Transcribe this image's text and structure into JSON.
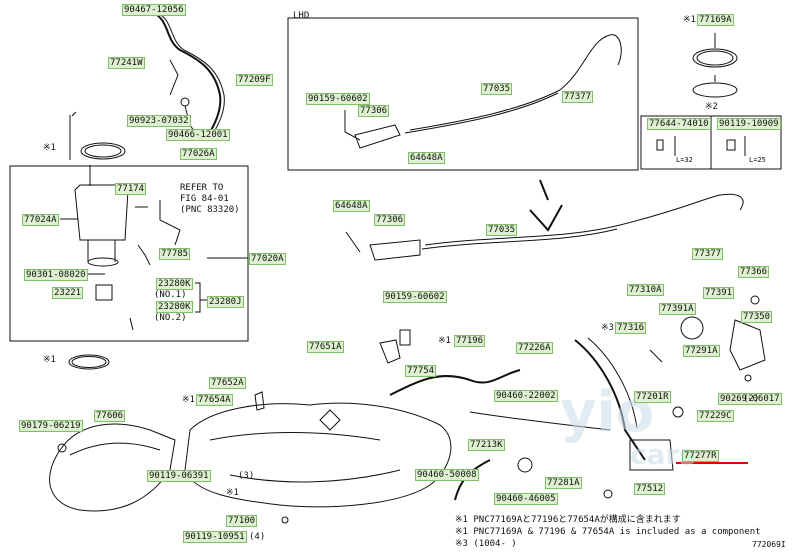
{
  "section_label": "LHD",
  "diagram_code": "772069I",
  "watermark": {
    "text": "yio",
    "sub": "cars"
  },
  "refer_to": {
    "line1": "REFER TO",
    "line2": "FIG 84-01",
    "line3": "(PNC 83320)"
  },
  "part_labels": [
    {
      "id": "p1",
      "text": "90467-12056"
    },
    {
      "id": "p2",
      "text": "77241W"
    },
    {
      "id": "p3",
      "text": "77209F"
    },
    {
      "id": "p4",
      "text": "90923-07032"
    },
    {
      "id": "p5",
      "text": "90466-12001"
    },
    {
      "id": "p6",
      "text": "77026A"
    },
    {
      "id": "p7",
      "text": "77174"
    },
    {
      "id": "p8",
      "text": "77024A"
    },
    {
      "id": "p9",
      "text": "77785"
    },
    {
      "id": "p10",
      "text": "77020A"
    },
    {
      "id": "p11",
      "text": "90301-08020"
    },
    {
      "id": "p12",
      "text": "23280K"
    },
    {
      "id": "p13",
      "text": "23221"
    },
    {
      "id": "p14",
      "text": "23280K"
    },
    {
      "id": "p15",
      "text": "23280J"
    },
    {
      "id": "p16",
      "text": "90159-60602"
    },
    {
      "id": "p17",
      "text": "77306"
    },
    {
      "id": "p18",
      "text": "77035"
    },
    {
      "id": "p19",
      "text": "77377"
    },
    {
      "id": "p20",
      "text": "64648A"
    },
    {
      "id": "p21",
      "text": "77169A"
    },
    {
      "id": "p22",
      "text": "77644-74010"
    },
    {
      "id": "p23",
      "text": "90119-10909"
    },
    {
      "id": "p24",
      "text": "64648A"
    },
    {
      "id": "p25",
      "text": "77306"
    },
    {
      "id": "p26",
      "text": "77035"
    },
    {
      "id": "p27",
      "text": "77377"
    },
    {
      "id": "p28",
      "text": "90159-60602"
    },
    {
      "id": "p29",
      "text": "77366"
    },
    {
      "id": "p30",
      "text": "77310A"
    },
    {
      "id": "p31",
      "text": "77391"
    },
    {
      "id": "p32",
      "text": "77391A"
    },
    {
      "id": "p33",
      "text": "77350"
    },
    {
      "id": "p34",
      "text": "77316"
    },
    {
      "id": "p35",
      "text": "77291A"
    },
    {
      "id": "p36",
      "text": "77196"
    },
    {
      "id": "p37",
      "text": "77226A"
    },
    {
      "id": "p38",
      "text": "77651A"
    },
    {
      "id": "p39",
      "text": "77652A"
    },
    {
      "id": "p40",
      "text": "77654A"
    },
    {
      "id": "p41",
      "text": "77754"
    },
    {
      "id": "p42",
      "text": "90460-22002"
    },
    {
      "id": "p43",
      "text": "77201R"
    },
    {
      "id": "p44",
      "text": "90269-06017"
    },
    {
      "id": "p45",
      "text": "77229C"
    },
    {
      "id": "p46",
      "text": "90179-06219"
    },
    {
      "id": "p47",
      "text": "77606"
    },
    {
      "id": "p48",
      "text": "77213K"
    },
    {
      "id": "p49",
      "text": "77277R"
    },
    {
      "id": "p50",
      "text": "90119-06391"
    },
    {
      "id": "p51",
      "text": "90460-50008"
    },
    {
      "id": "p52",
      "text": "77281A"
    },
    {
      "id": "p53",
      "text": "77512"
    },
    {
      "id": "p54",
      "text": "90460-46005"
    },
    {
      "id": "p55",
      "text": "77100"
    },
    {
      "id": "p56",
      "text": "90119-10951"
    }
  ],
  "qty_marks": {
    "q1": "(3)",
    "q2": "(4)",
    "q3": "(2)"
  },
  "annotations": {
    "no1": "(NO.1)",
    "no2": "(NO.2)",
    "star1": "※1",
    "star2": "※2",
    "star3": "※3",
    "star1_fuelpump": "※1",
    "star1_gasket": "※1",
    "star1_77100": "※1",
    "star1_77196": "※1",
    "star1_77654": "※1",
    "star3_77316": "※3",
    "star1_77169": "※1",
    "dim_l32": "L=32",
    "dim_l25": "L=25"
  },
  "footnotes": [
    "※1 PNC77169Aと77196と77654Aが構成に含まれます",
    "※1 PNC77169A & 77196 & 77654A is included as a component",
    "※3 (1004-          )"
  ],
  "colors": {
    "label_bg": "#dff0d0",
    "label_border": "#7fbf6a",
    "line": "#111111",
    "red_marker": "#e00000",
    "watermark": "#c9dbe9"
  }
}
